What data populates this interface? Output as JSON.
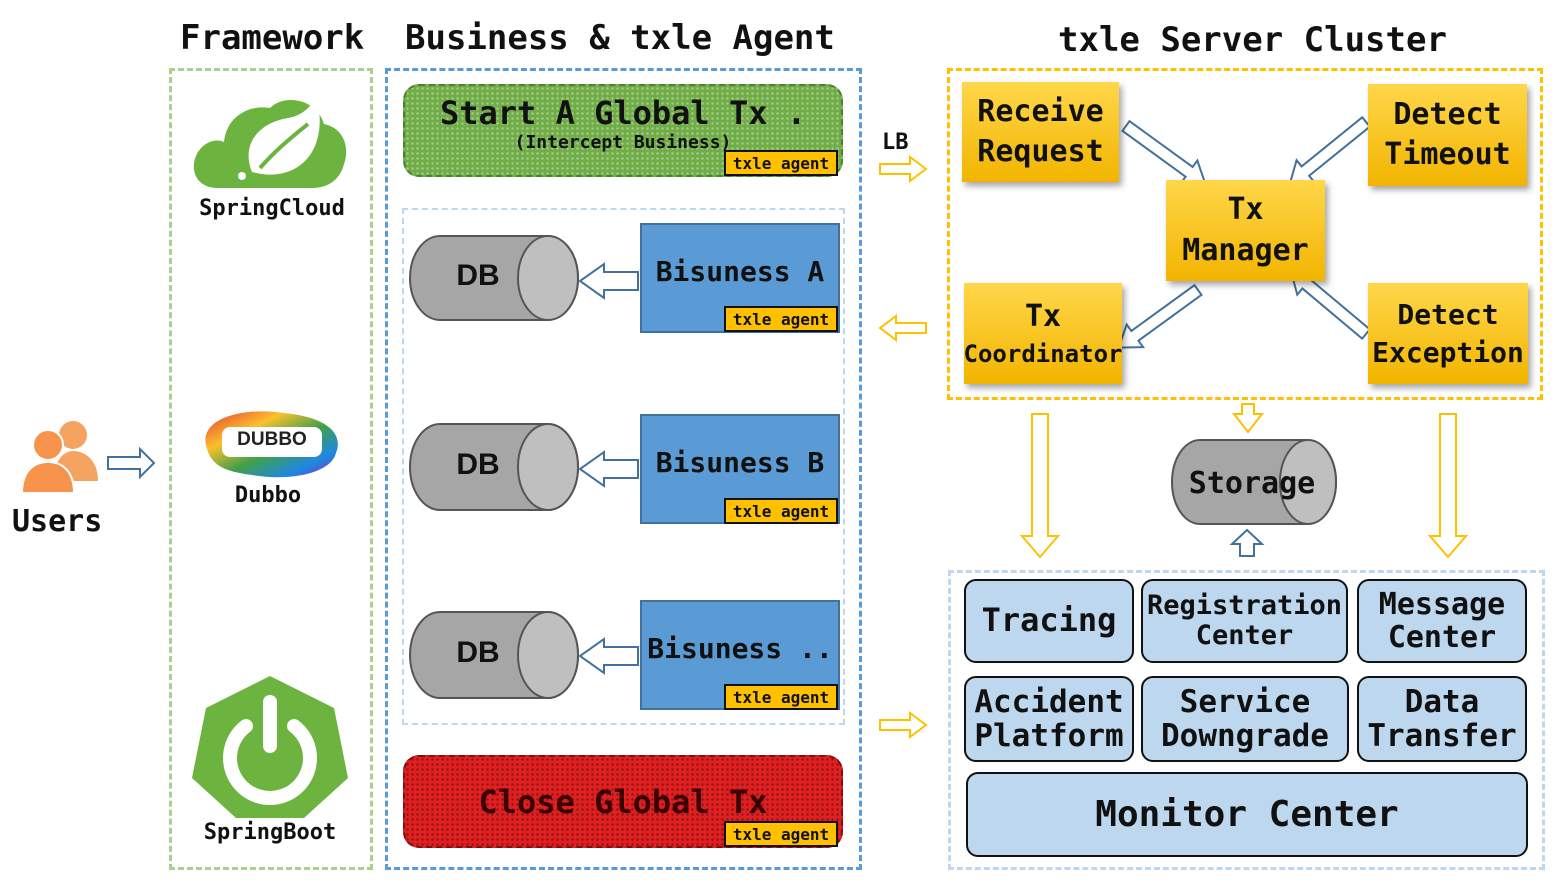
{
  "headers": {
    "framework": "Framework",
    "business": "Business & txle Agent",
    "server": "txle Server Cluster"
  },
  "users": {
    "label": "Users"
  },
  "frameworks": {
    "springcloud": "SpringCloud",
    "dubbo": "Dubbo",
    "dubbo_logo_text": "DUBBO",
    "springboot": "SpringBoot"
  },
  "business": {
    "start_title": "Start A Global Tx .",
    "start_subtitle": "(Intercept Business)",
    "close_title": "Close Global Tx",
    "agent_tag": "txle agent",
    "rows": [
      {
        "db": "DB",
        "service": "Bisuness A"
      },
      {
        "db": "DB",
        "service": "Bisuness B"
      },
      {
        "db": "DB",
        "service": "Bisuness .."
      }
    ]
  },
  "edge_labels": {
    "lb": "LB"
  },
  "server": {
    "receive_line1": "Receive",
    "receive_line2": "Request",
    "detect_timeout_line1": "Detect",
    "detect_timeout_line2": "Timeout",
    "manager_line1": "Tx",
    "manager_line2": "Manager",
    "coordinator_line1": "Tx",
    "coordinator_line2": "Coordinator",
    "detect_exception_line1": "Detect",
    "detect_exception_line2": "Exception",
    "storage": "Storage"
  },
  "monitor": {
    "tracing": "Tracing",
    "registration_line1": "Registration",
    "registration_line2": "Center",
    "message_line1": "Message",
    "message_line2": "Center",
    "accident_line1": "Accident",
    "accident_line2": "Platform",
    "service_line1": "Service",
    "service_line2": "Downgrade",
    "data_line1": "Data",
    "data_line2": "Transfer",
    "monitor_center": "Monitor Center"
  },
  "colors": {
    "framework_border": "#a9d18e",
    "business_border": "#5b9bd5",
    "server_border": "#ffc000",
    "gold_box": "#ffc000",
    "blue_box": "#5b9bd5",
    "light_blue": "#bdd7ee",
    "start_green": "#70ad47",
    "close_red": "#e02020",
    "db_gray": "#a6a6a6",
    "user_orange": "#f4a460"
  }
}
